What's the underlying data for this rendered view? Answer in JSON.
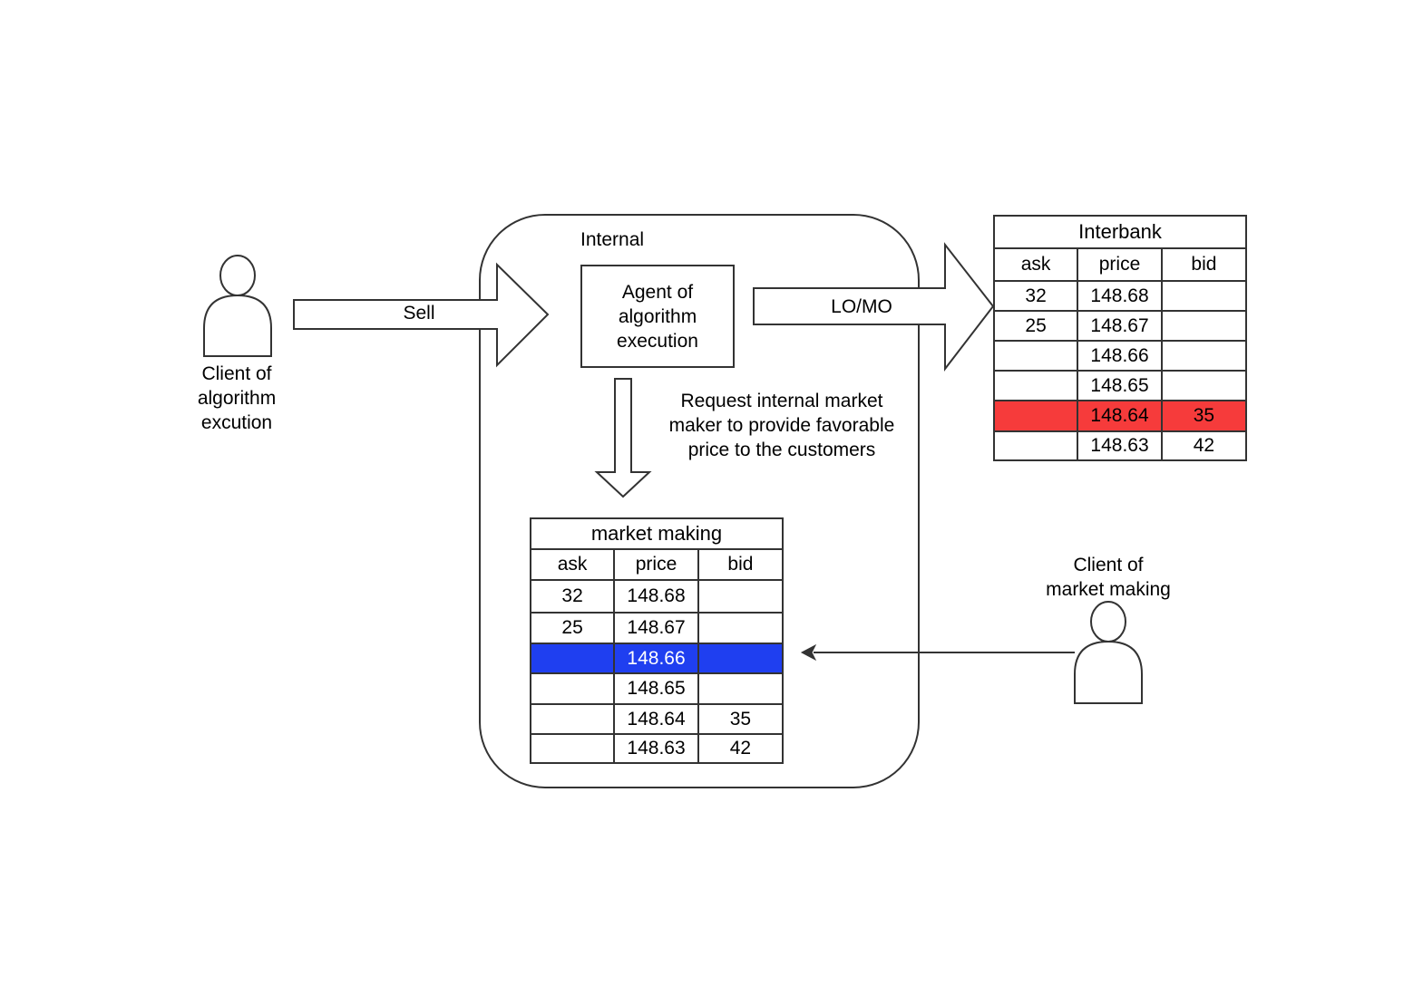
{
  "internal": {
    "label": "Internal"
  },
  "agent": {
    "lines": [
      "Agent of",
      "algorithm",
      "execution"
    ]
  },
  "client_algo": {
    "lines": [
      "Client of",
      "algorithm",
      "excution"
    ]
  },
  "client_mm": {
    "lines": [
      "Client of",
      "market making"
    ]
  },
  "arrows": {
    "sell": "Sell",
    "lomo": "LO/MO",
    "request": [
      "Request internal market",
      "maker to provide favorable",
      "price to the customers"
    ]
  },
  "interbank": {
    "title": "Interbank",
    "columns": [
      "ask",
      "price",
      "bid"
    ],
    "highlight_color": "#f63b3b",
    "rows": [
      {
        "ask": "32",
        "price": "148.68",
        "bid": ""
      },
      {
        "ask": "25",
        "price": "148.67",
        "bid": ""
      },
      {
        "ask": "",
        "price": "148.66",
        "bid": ""
      },
      {
        "ask": "",
        "price": "148.65",
        "bid": ""
      },
      {
        "ask": "",
        "price": "148.64",
        "bid": "35",
        "highlight": true
      },
      {
        "ask": "",
        "price": "148.63",
        "bid": "42"
      }
    ]
  },
  "market_making": {
    "title": "market making",
    "columns": [
      "ask",
      "price",
      "bid"
    ],
    "highlight_color": "#1f3ff0",
    "rows": [
      {
        "ask": "32",
        "price": "148.68",
        "bid": ""
      },
      {
        "ask": "25",
        "price": "148.67",
        "bid": ""
      },
      {
        "ask": "",
        "price": "148.66",
        "bid": "",
        "highlight": true
      },
      {
        "ask": "",
        "price": "148.65",
        "bid": ""
      },
      {
        "ask": "",
        "price": "148.64",
        "bid": "35"
      },
      {
        "ask": "",
        "price": "148.63",
        "bid": "42"
      }
    ]
  }
}
